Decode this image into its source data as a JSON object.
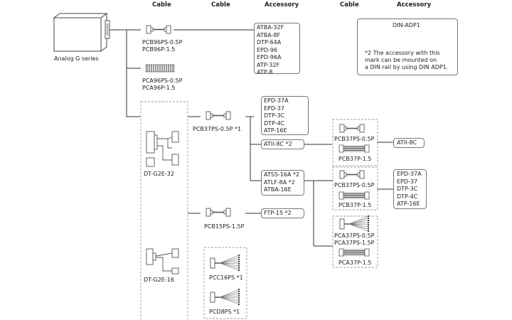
{
  "headers": {
    "cable1": "Cable",
    "cable2": "Cable",
    "accessory1": "Accessory",
    "cable3": "Cable",
    "accessory2": "Accessory"
  },
  "device": {
    "label": "Analog G series"
  },
  "cables": {
    "pcb96": [
      "PCB96PS-0.5P",
      "PCB96P-1.5"
    ],
    "pca96": [
      "PCA96PS-0.5P",
      "PCA96P-1.5"
    ],
    "pcb37ps": "PCB37PS-0.5P *1",
    "pcb15ps": "PCB15PS-1.5P",
    "pcc16ps": "PCC16PS *1",
    "pcd8ps": "PCD8PS *1",
    "r_pcb37ps_a": "PCB37PS-0.5P",
    "r_pcb37p_a": "PCB37P-1.5",
    "r_pcb37ps_b": "PCB37PS-0.5P",
    "r_pcb37p_b": "PCB37P-1.5",
    "r_pca37ps": [
      "PCA37PS-0.5P",
      "PCA37PS-1.5P"
    ],
    "r_pca37p": "PCA37P-1.5"
  },
  "terminals": {
    "dt32": "DT-G2E-32",
    "dt16": "DT-G2E-16"
  },
  "accessories": {
    "group1": [
      "ATBA-32F",
      "ATBA-8F",
      "DTP-64A",
      "EPD-96",
      "EPD-96A",
      "ATP-32F",
      "ATP-8"
    ],
    "group2": [
      "EPD-37A",
      "EPD-37",
      "DTP-3C",
      "DTP-4C",
      "ATP-16E"
    ],
    "atii_mid": "ATII-8C *2",
    "group3": [
      "ATSS-16A *2",
      "ATLF-8A *2",
      "ATBA-16E"
    ],
    "ftp": "FTP-15 *2",
    "atii_right": "ATII-8C",
    "group4": [
      "EPD-37A",
      "EPD-37",
      "DTP-3C",
      "DTP-4C",
      "ATP-16E"
    ]
  },
  "note": {
    "title": "DIN-ADP1",
    "lines": [
      "*2 The accessory with this",
      "mark can be mounted on",
      "a DIN rail by using DIN ADP1."
    ]
  },
  "colors": {
    "line": "#333333",
    "dashed": "#9a9a9a",
    "box_border": "#777777"
  }
}
